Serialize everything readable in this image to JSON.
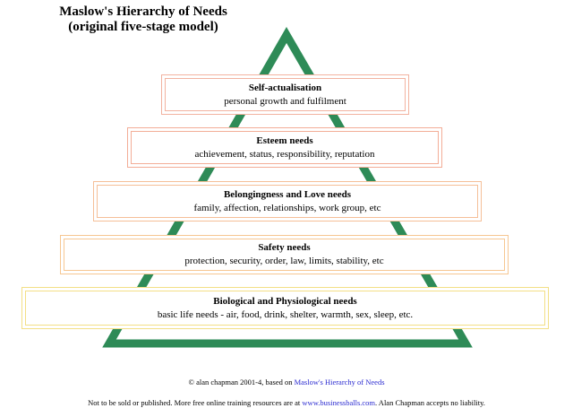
{
  "title": {
    "line1": "Maslow's Hierarchy of Needs",
    "line2": "(original five-stage model)"
  },
  "colors": {
    "triangle": "#2e8b57",
    "level1_border": "#f2b3a0",
    "level2_border": "#f3ad97",
    "level3_border": "#f5bf98",
    "level4_border": "#f6c792",
    "level5_border": "#f3df86",
    "link": "#2a2ad0"
  },
  "levels": [
    {
      "heading": "Self-actualisation",
      "description": "personal growth and fulfilment"
    },
    {
      "heading": "Esteem needs",
      "description": "achievement, status, responsibility, reputation"
    },
    {
      "heading": "Belongingness and Love needs",
      "description": "family, affection, relationships, work group, etc"
    },
    {
      "heading": "Safety needs",
      "description": "protection, security, order, law, limits, stability, etc"
    },
    {
      "heading": "Biological and Physiological needs",
      "description": "basic life needs - air, food, drink, shelter, warmth, sex, sleep, etc."
    }
  ],
  "footer": {
    "copyright_prefix": "© alan chapman 2001-4, based on ",
    "copyright_link": "Maslow's Hierarchy of Needs",
    "notice_prefix": "Not to be sold or published.  More free online training resources are at ",
    "notice_link": "www.businessballs.com",
    "notice_suffix": ".  Alan Chapman accepts no liability."
  }
}
